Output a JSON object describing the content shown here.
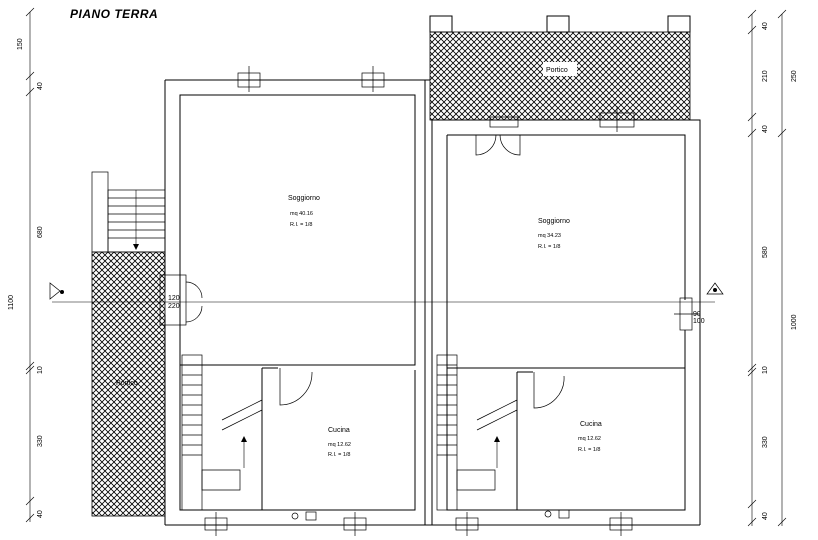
{
  "title": "PIANO TERRA",
  "rooms": {
    "left_living": {
      "name": "Soggiorno",
      "area": "mq 40.16",
      "rl": "R.I. =  1/8"
    },
    "right_living": {
      "name": "Soggiorno",
      "area": "mq 34.23",
      "rl": "R.I. =  1/8"
    },
    "left_kitchen": {
      "name": "Cucina",
      "area": "mq 12.62",
      "rl": "R.I. =  1/8"
    },
    "right_kitchen": {
      "name": "Cucina",
      "area": "mq 12.62",
      "rl": "R.I. =  1/8"
    },
    "terrace_left": "Portico",
    "terrace_top": "Portico"
  },
  "dims_left": {
    "d150": "150",
    "d40a": "40",
    "d680": "680",
    "d1100": "1100",
    "d10": "10",
    "d330": "330",
    "d40b": "40"
  },
  "dims_right": {
    "d40a": "40",
    "d210": "210",
    "d250": "250",
    "d40b": "40",
    "d580": "580",
    "d1000": "1000",
    "d10": "10",
    "d330": "330",
    "d40c": "40"
  },
  "openings": {
    "door_left_a": "120",
    "door_left_b": "220",
    "door_right_a": "90",
    "door_right_b": "100"
  }
}
